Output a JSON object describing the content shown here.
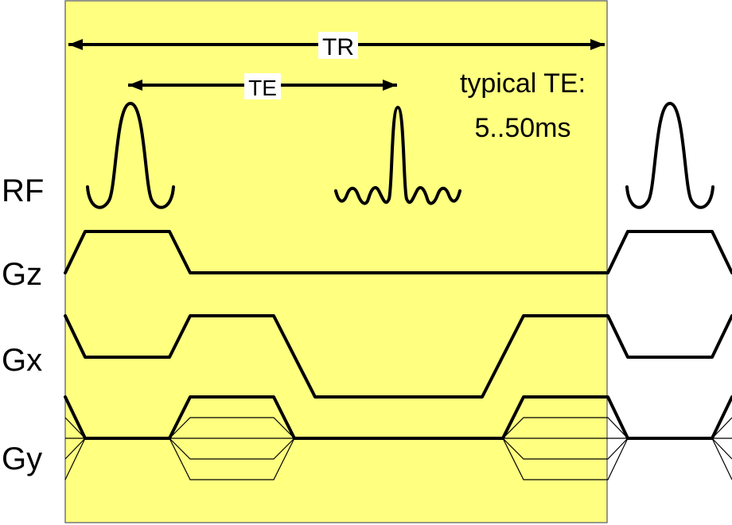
{
  "diagram": {
    "tr_label": "TR",
    "te_label": "TE",
    "note_line1": "typical TE:",
    "note_line2": "5..50ms",
    "channels": {
      "rf": "RF",
      "gz": "Gz",
      "gx": "Gx",
      "gy": "Gy"
    }
  },
  "colors": {
    "tr_region": "#FFFF80",
    "tr_border": "#777777",
    "line": "#000000"
  }
}
